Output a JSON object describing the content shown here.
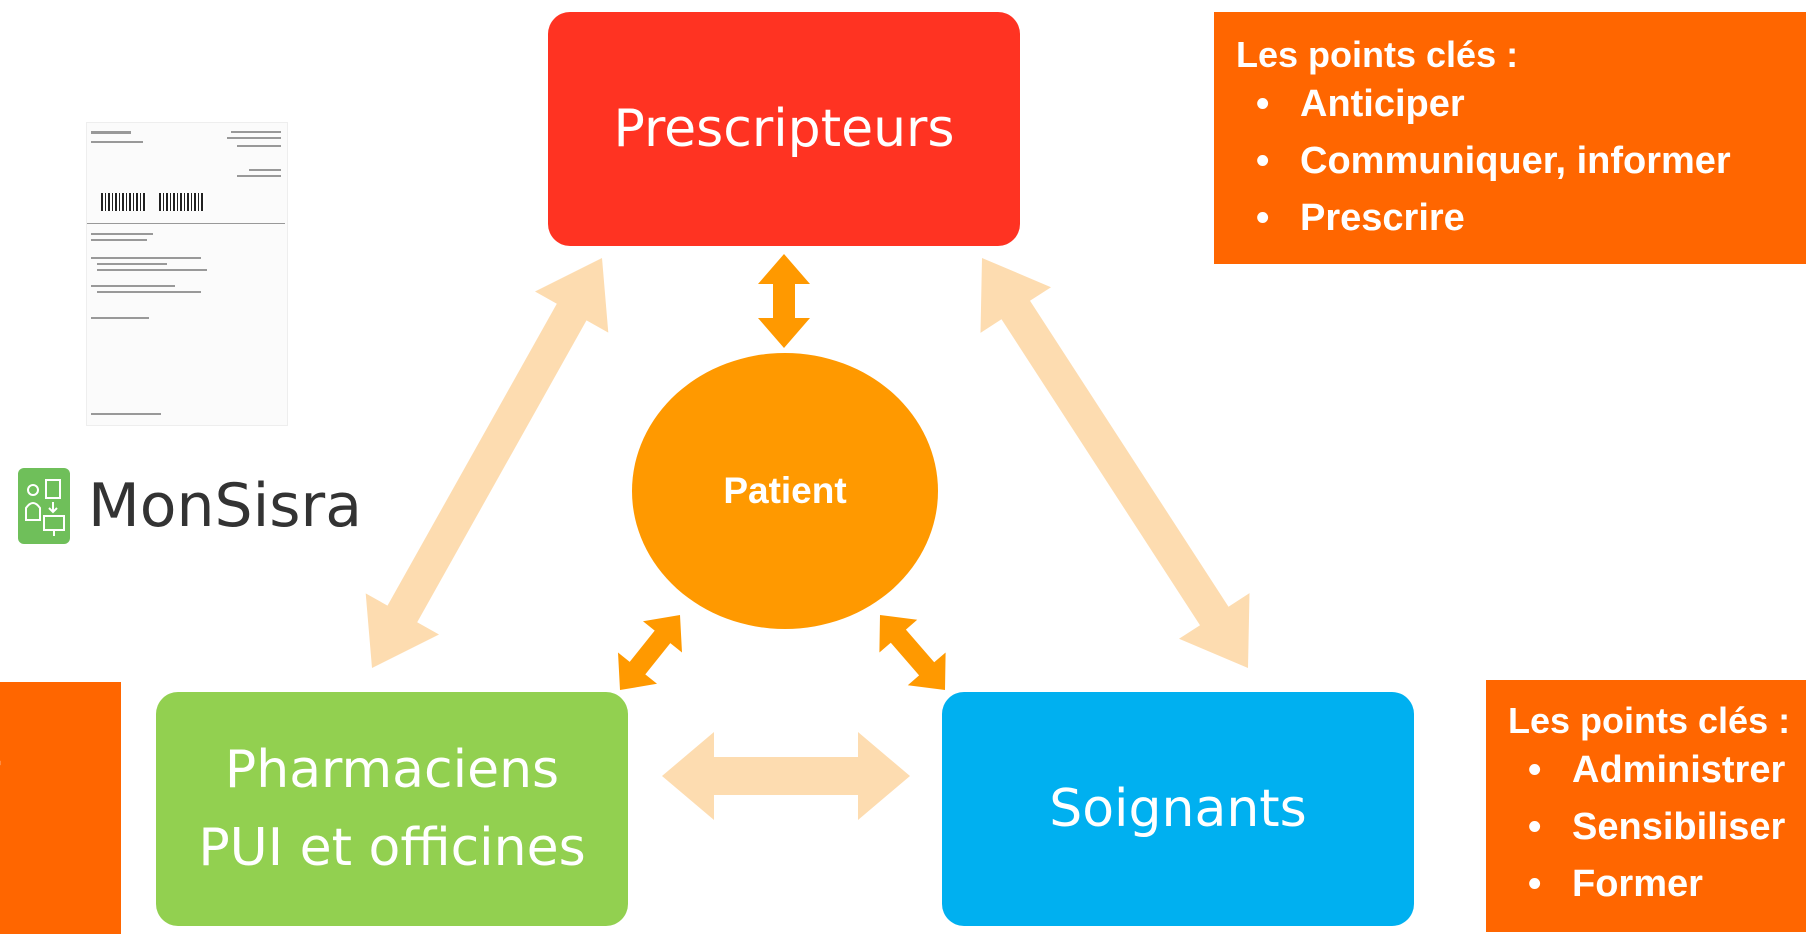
{
  "nodes": {
    "prescripteurs": "Prescripteurs",
    "pharmaciens_line1": "Pharmaciens",
    "pharmaciens_line2": "PUI et officines",
    "soignants": "Soignants",
    "patient": "Patient"
  },
  "key_points_top": {
    "title": "Les points clés :",
    "items": [
      "Anticiper",
      "Communiquer, informer",
      "Prescrire"
    ]
  },
  "key_points_right": {
    "title": "Les points clés :",
    "items": [
      "Administrer",
      "Sensibiliser",
      "Former"
    ]
  },
  "key_points_left_fragment": "r",
  "logo": {
    "text": "MonSisra"
  },
  "colors": {
    "prescripteurs": "#ff3322",
    "pharmaciens": "#92d050",
    "soignants": "#00b0f0",
    "patient": "#ff9900",
    "key_box": "#ff6600",
    "outer_arrow": "#fddcb0",
    "inner_arrow": "#ff9900"
  }
}
